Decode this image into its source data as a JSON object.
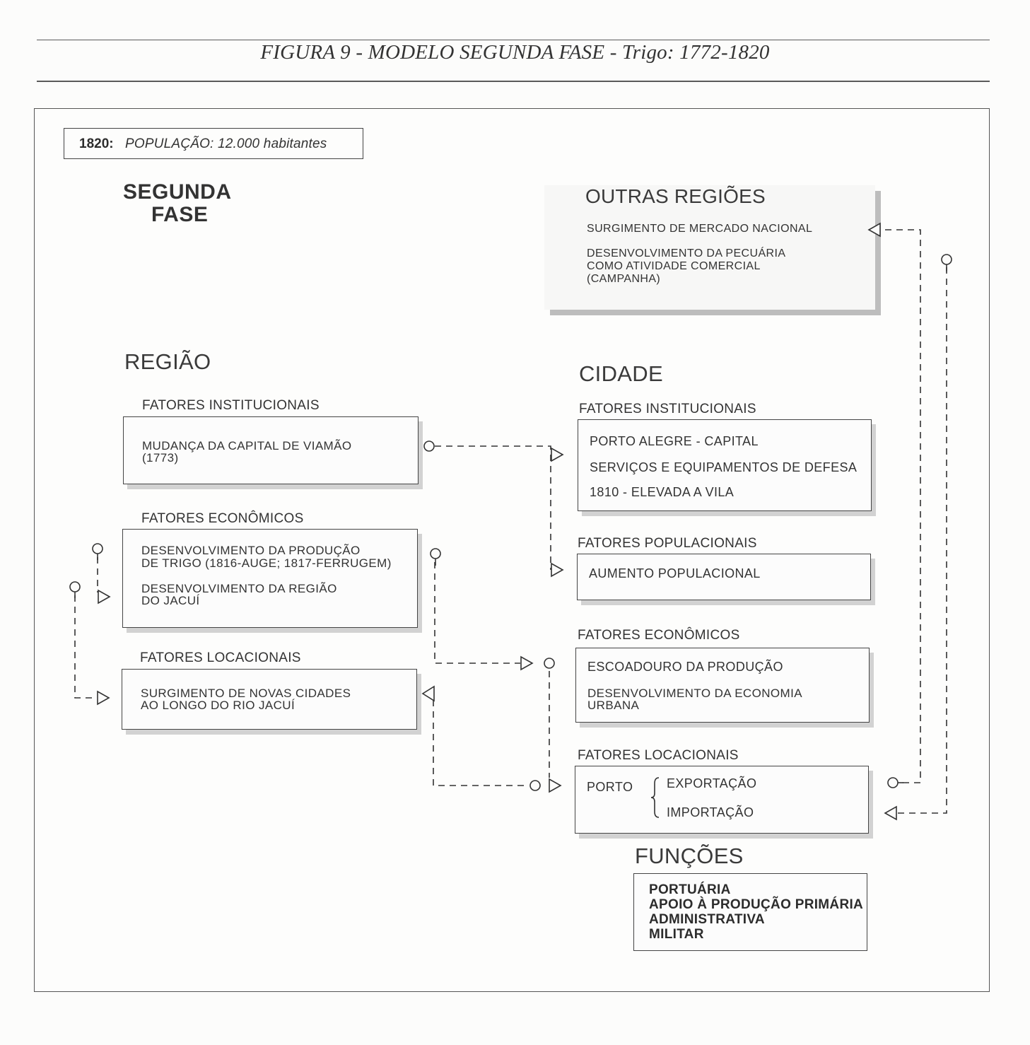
{
  "figure": {
    "title": "FIGURA 9 - MODELO SEGUNDA FASE - Trigo: 1772-1820"
  },
  "population": {
    "year": "1820:",
    "text": "POPULAÇÃO: 12.000 habitantes"
  },
  "phase": {
    "line1": "SEGUNDA",
    "line2": "FASE"
  },
  "outras_regioes": {
    "title": "OUTRAS REGIÕES",
    "item1": "SURGIMENTO DE MERCADO NACIONAL",
    "item2_l1": "DESENVOLVIMENTO DA PECUÁRIA",
    "item2_l2": "COMO ATIVIDADE COMERCIAL",
    "item2_l3": "(CAMPANHA)"
  },
  "regiao": {
    "title": "REGIÃO",
    "institucionais": {
      "label": "FATORES INSTITUCIONAIS",
      "l1": "MUDANÇA DA CAPITAL DE VIAMÃO",
      "l2": "(1773)"
    },
    "economicos": {
      "label": "FATORES ECONÔMICOS",
      "l1": "DESENVOLVIMENTO DA PRODUÇÃO",
      "l2": "DE TRIGO (1816-AUGE; 1817-FERRUGEM)",
      "l3": "DESENVOLVIMENTO DA REGIÃO",
      "l4": "DO JACUÍ"
    },
    "locacionais": {
      "label": "FATORES LOCACIONAIS",
      "l1": "SURGIMENTO DE NOVAS CIDADES",
      "l2": "AO LONGO DO RIO JACUÍ"
    }
  },
  "cidade": {
    "title": "CIDADE",
    "institucionais": {
      "label": "FATORES INSTITUCIONAIS",
      "l1": "PORTO ALEGRE - CAPITAL",
      "l2": "SERVIÇOS E EQUIPAMENTOS DE DEFESA",
      "l3": "1810 - ELEVADA A VILA"
    },
    "populacionais": {
      "label": "FATORES POPULACIONAIS",
      "l1": "AUMENTO POPULACIONAL"
    },
    "economicos": {
      "label": "FATORES ECONÔMICOS",
      "l1": "ESCOADOURO DA PRODUÇÃO",
      "l2": "DESENVOLVIMENTO DA ECONOMIA",
      "l3": "URBANA"
    },
    "locacionais": {
      "label": "FATORES LOCACIONAIS",
      "porto": "PORTO",
      "exp": "EXPORTAÇÃO",
      "imp": "IMPORTAÇÃO"
    }
  },
  "funcoes": {
    "title": "FUNÇÕES",
    "l1": "PORTUÁRIA",
    "l2": "APOIO À PRODUÇÃO PRIMÁRIA",
    "l3": "ADMINISTRATIVA",
    "l4": "MILITAR"
  },
  "colors": {
    "ink": "#333333",
    "shadow": "#d2d2d2",
    "shade": "#bdbdbd"
  }
}
